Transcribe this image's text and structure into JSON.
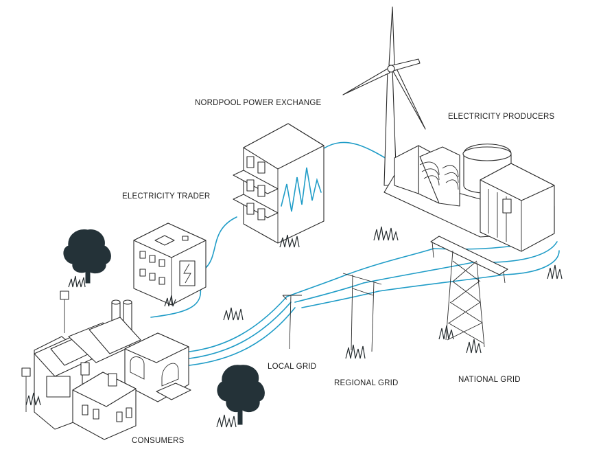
{
  "labels": {
    "power_exchange": "NORDPOOL POWER EXCHANGE",
    "producers": "ELECTRICITY PRODUCERS",
    "trader": "ELECTRICITY TRADER",
    "local_grid": "LOCAL GRID",
    "regional_grid": "REGIONAL GRID",
    "national_grid": "NATIONAL GRID",
    "consumers": "CONSUMERS"
  },
  "colors": {
    "wire": "#1f9cc7",
    "ink": "#2a2a2a",
    "tree": "#243238"
  }
}
